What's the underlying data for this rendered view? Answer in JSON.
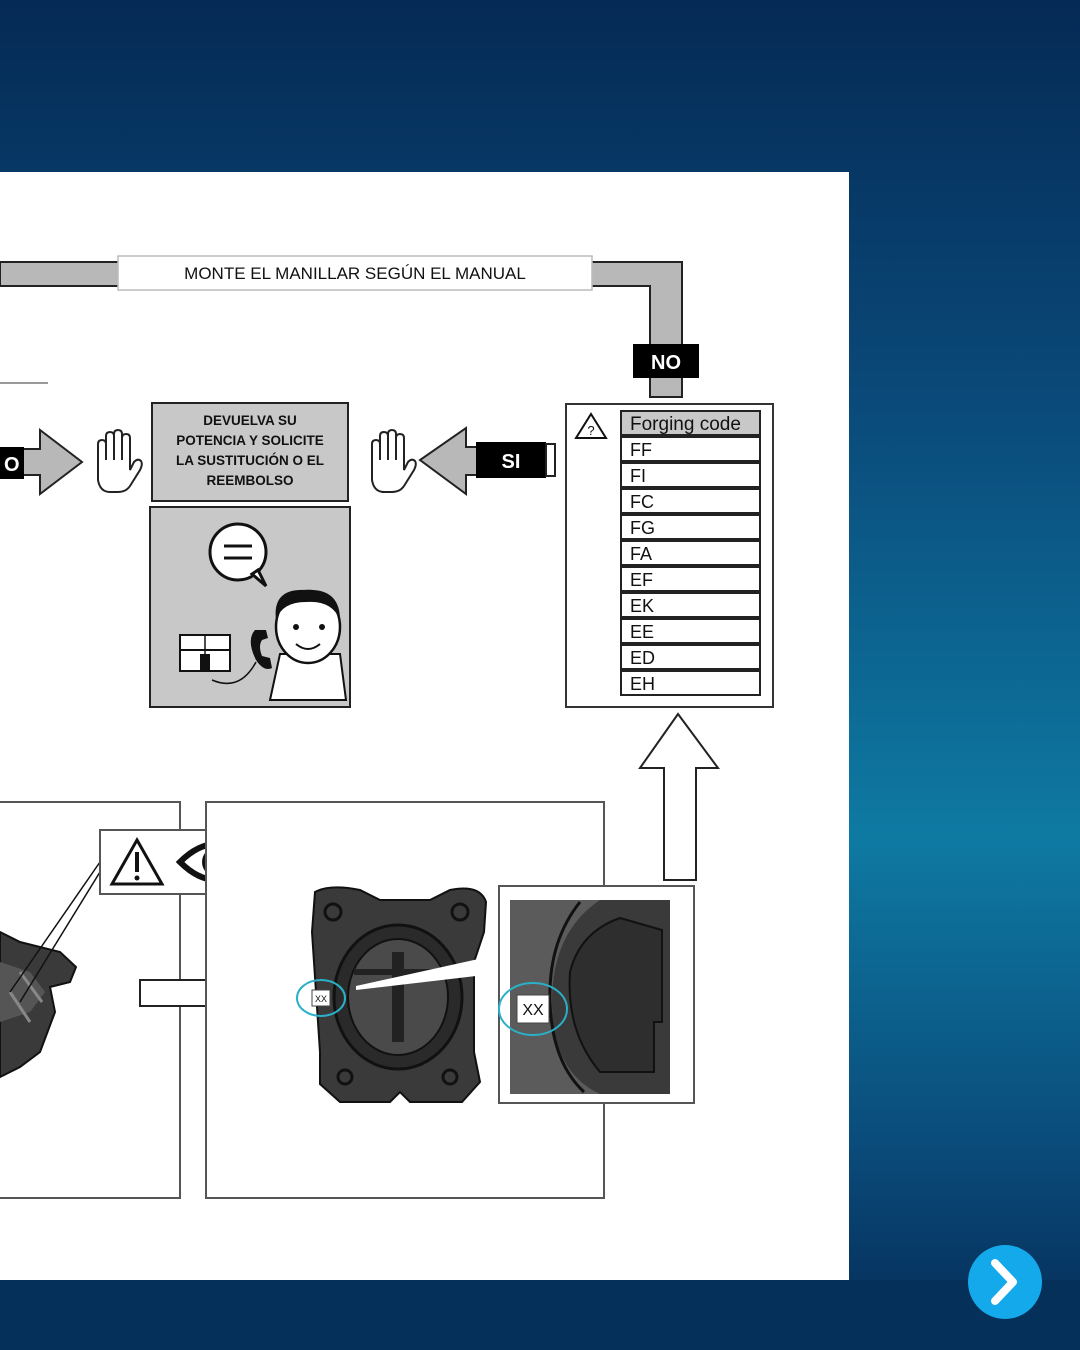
{
  "flow": {
    "top_bar_label": "MONTE EL MANILLAR SEGÚN EL MANUAL",
    "no_tag": "NO",
    "si_tag": "SI",
    "cut_tag": "O"
  },
  "instruction_box": {
    "lines": [
      "DEVUELVA SU",
      "POTENCIA Y SOLICITE",
      "LA SUSTITUCIÓN O EL",
      "REEMBOLSO"
    ]
  },
  "forging_table": {
    "header": "Forging code",
    "codes": [
      "FF",
      "FI",
      "FC",
      "FG",
      "FA",
      "EF",
      "EK",
      "EE",
      "ED",
      "EH"
    ]
  },
  "detail": {
    "mark_small": "XX",
    "mark_zoom": "XX"
  },
  "icons": {
    "warning_icon": "warning-triangle",
    "question_warning_icon": "warning-question",
    "eye_icon": "eye",
    "hand_icon": "stop-hand",
    "next_icon": "chevron-right"
  },
  "colors": {
    "background_top": "#052a55",
    "background_mid": "#0e7aa2",
    "accent_button": "#14a9ea",
    "tag_black": "#000000",
    "box_gray": "#c8c8c8"
  }
}
